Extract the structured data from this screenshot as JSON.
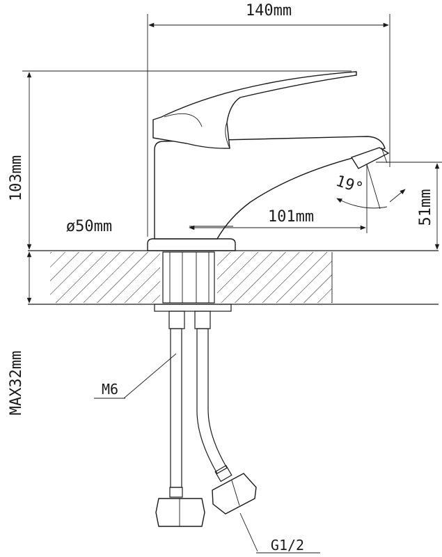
{
  "diagram": {
    "dimensions": {
      "width": "140mm",
      "height": "103mm",
      "reach": "101mm",
      "spout_height": "51mm",
      "base_diameter": "ø50mm",
      "max_thickness": "MAX32mm",
      "angle": "19°"
    },
    "labels": {
      "stud": "M6",
      "connector": "G1/2"
    },
    "colors": {
      "line": "#1a1a1a",
      "background": "#ffffff"
    }
  }
}
